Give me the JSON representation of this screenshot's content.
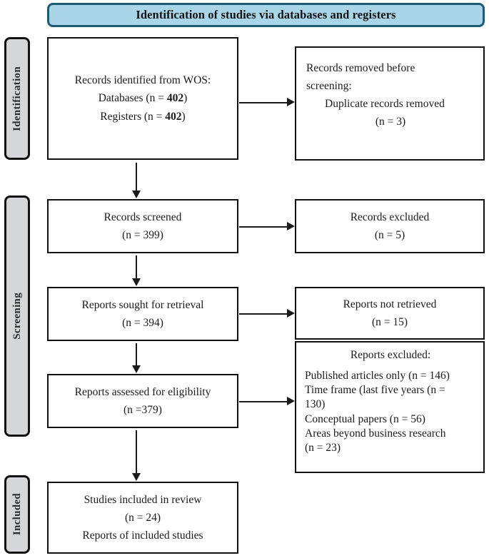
{
  "header": {
    "title": "Identification of studies via databases and registers",
    "fill_color": "#a9d5e9",
    "border_color": "#1d5b74"
  },
  "stages": [
    {
      "key": "identification",
      "label": "Identification"
    },
    {
      "key": "screening",
      "label": "Screening"
    },
    {
      "key": "included",
      "label": "Included"
    }
  ],
  "boxes": {
    "identified": {
      "line1": "Records identified from WOS:",
      "line2_prefix": "Databases (n = ",
      "line2_value": "402",
      "line2_suffix": ")",
      "line3_prefix": "Registers (n = ",
      "line3_value": "402",
      "line3_suffix": ")"
    },
    "removed": {
      "line1": "Records removed before",
      "line2": "screening:",
      "line3": "Duplicate records removed",
      "line4": "(n = 3)"
    },
    "screened": {
      "line1": "Records screened",
      "line2": "(n = 399)"
    },
    "excluded_records": {
      "line1": "Records excluded",
      "line2": "(n = 5)"
    },
    "sought": {
      "line1": "Reports sought for retrieval",
      "line2": "(n = 394)"
    },
    "not_retrieved": {
      "line1": "Reports not retrieved",
      "line2": "(n = 15)"
    },
    "assessed": {
      "line1": "Reports assessed for eligibility",
      "line2": "(n =379)"
    },
    "excluded_reports": {
      "heading": "Reports excluded:",
      "items": [
        "Published articles only (n = 146)",
        "Time frame (last five years (n =",
        "130)",
        "Conceptual papers (n = 56)",
        "Areas beyond business research",
        "(n = 23)"
      ]
    },
    "included": {
      "line1": "Studies included in review",
      "line2": "(n = 24)",
      "line3": "Reports of included studies"
    }
  }
}
